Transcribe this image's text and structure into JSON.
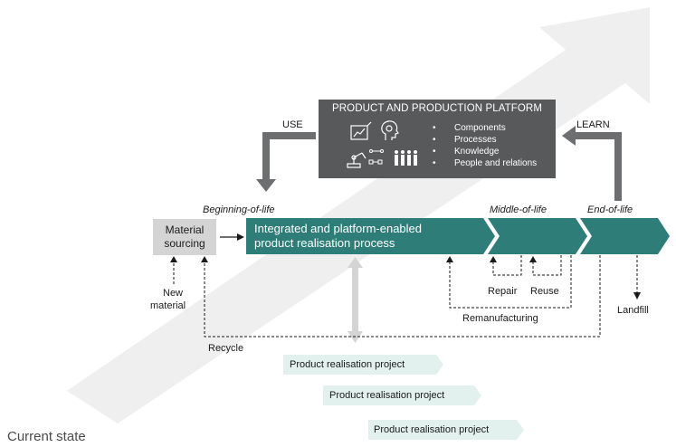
{
  "platform": {
    "title": "PRODUCT AND PRODUCTION PLATFORM",
    "items": [
      "Components",
      "Processes",
      "Knowledge",
      "People and relations"
    ]
  },
  "flow_labels": {
    "use": "USE",
    "learn": "LEARN",
    "beginning_of_life": "Beginning-of-life",
    "middle_of_life": "Middle-of-life",
    "end_of_life": "End-of-life"
  },
  "material_sourcing": "Material sourcing",
  "process_line1": "Integrated and platform-enabled",
  "process_line2": "product realisation process",
  "loop_labels": {
    "new_material_1": "New",
    "new_material_2": "material",
    "repair": "Repair",
    "reuse": "Reuse",
    "remanufacturing": "Remanufacturing",
    "landfill": "Landfill",
    "recycle": "Recycle"
  },
  "projects": [
    "Product realisation project",
    "Product realisation project",
    "Product realisation project"
  ],
  "state_label": "Current state",
  "colors": {
    "teal": "#2e7d78",
    "platform_grey": "#58595b",
    "arrow_grey": "#6d6e70",
    "big_arrow": "#efefef",
    "project_fill": "#e2f1ee"
  },
  "icons": [
    "chart-icon",
    "head-icon",
    "robot-arm-icon",
    "network-icon",
    "people-icon"
  ]
}
